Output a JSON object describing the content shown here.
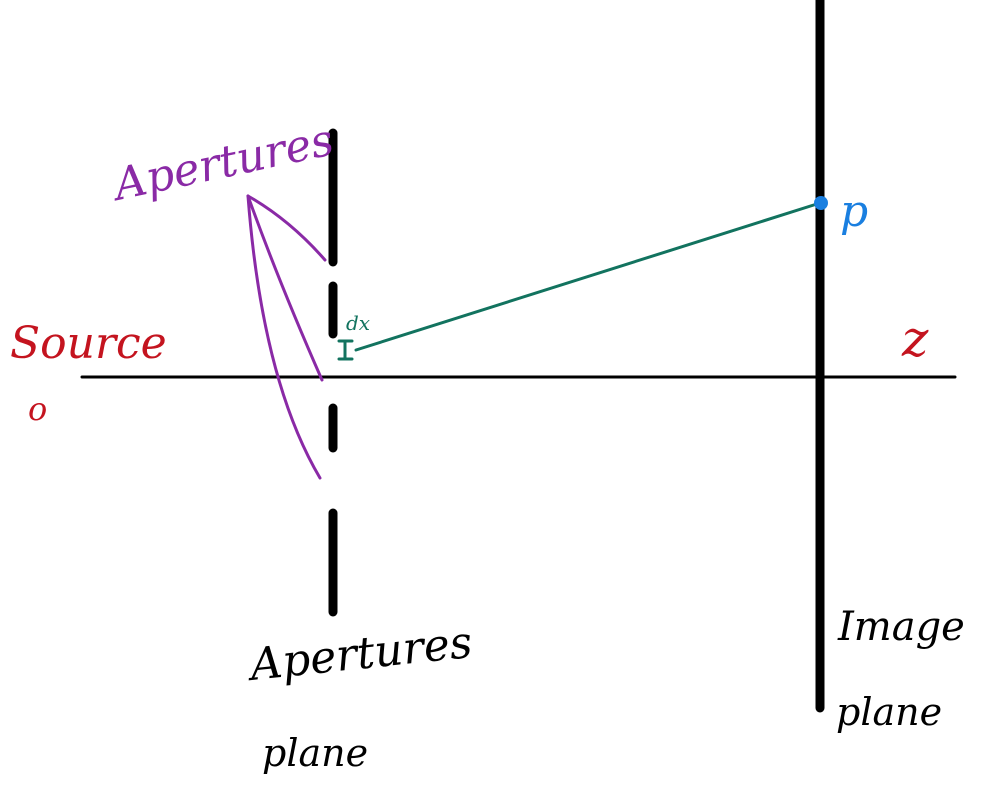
{
  "labels": {
    "source": "Source",
    "origin": "o",
    "z_axis": "z",
    "apertures_pointer": "Apertures",
    "dx": "dx",
    "point": "p",
    "apertures_plane_line1": "Apertures",
    "apertures_plane_line2": "plane",
    "image_plane_line1": "Image",
    "image_plane_line2": "plane"
  },
  "colors": {
    "ink": "#000000",
    "source": "#c4141f",
    "axis_label": "#c4141f",
    "apertures_pointer": "#8a2aa6",
    "ray": "#12735f",
    "point": "#1a7fe0"
  }
}
